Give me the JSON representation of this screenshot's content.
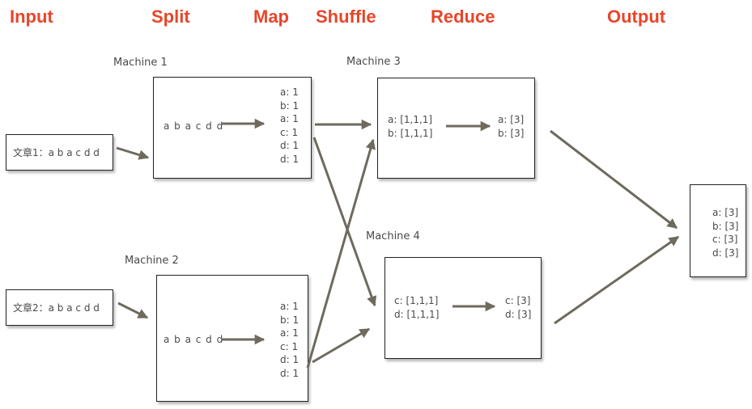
{
  "headers": {
    "input": "Input",
    "split": "Split",
    "map": "Map",
    "shuffle": "Shuffle",
    "reduce": "Reduce",
    "output": "Output"
  },
  "colors": {
    "header": "#e8452a",
    "arrow": "#6e6a5e",
    "border": "#222222"
  },
  "inputs": {
    "doc1": "文章1：a b a c d d",
    "doc2": "文章2：a b a c d d"
  },
  "machines": {
    "m1": {
      "label": "Machine 1",
      "split_text": "a b a c d d",
      "map_pairs": [
        "a: 1",
        "b: 1",
        "a: 1",
        "c: 1",
        "d: 1",
        "d: 1"
      ]
    },
    "m2": {
      "label": "Machine 2",
      "split_text": "a b a c d d",
      "map_pairs": [
        "a: 1",
        "b: 1",
        "a: 1",
        "c: 1",
        "d: 1",
        "d: 1"
      ]
    },
    "m3": {
      "label": "Machine 3",
      "shuffle_pairs": [
        "a: [1,1,1]",
        "b: [1,1,1]"
      ],
      "reduce_pairs": [
        "a: [3]",
        "b: [3]"
      ]
    },
    "m4": {
      "label": "Machine 4",
      "shuffle_pairs": [
        "c: [1,1,1]",
        "d: [1,1,1]"
      ],
      "reduce_pairs": [
        "c: [3]",
        "d: [3]"
      ]
    }
  },
  "output": {
    "pairs": [
      "a: [3]",
      "b: [3]",
      "c: [3]",
      "d: [3]"
    ]
  }
}
